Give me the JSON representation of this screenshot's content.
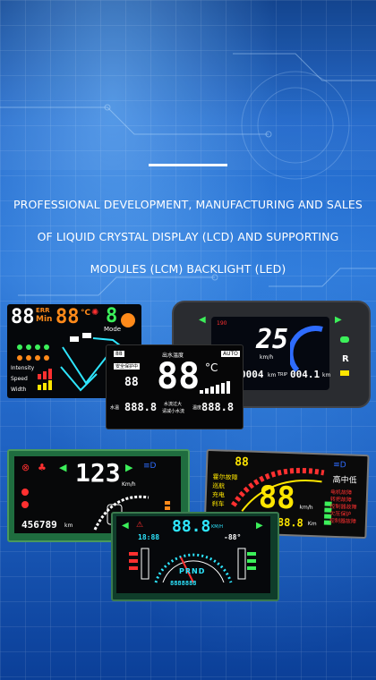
{
  "tagline": {
    "line1": "PROFESSIONAL DEVELOPMENT, MANUFACTURING AND SALES",
    "line2": "OF LIQUID CRYSTAL DISPLAY (LCD) AND SUPPORTING",
    "line3": "MODULES (LCM) BACKLIGHT (LED)"
  },
  "lcd1": {
    "digits": "88",
    "err": "ERR",
    "min": "Min",
    "temp": "88",
    "unit": "°C",
    "mode_digit": "8",
    "mode": "Mode",
    "intensity": "Intensity",
    "speed": "Speed",
    "width": "Width"
  },
  "lcd2": {
    "title": "出水温度",
    "big": "88",
    "unit": "°C",
    "mode_badge": "88",
    "auto": "AUTO",
    "safe": "安全保护中",
    "temp_small": "88",
    "val1": "888.8",
    "val2": "888.8",
    "chinese1": "水流过大",
    "chinese2": "请减小水流",
    "label1": "水温",
    "label2": "温度"
  },
  "lcd3": {
    "speed": "25",
    "speed_unit": "km/h",
    "small": "190",
    "odo": "0004",
    "odo_unit": "km",
    "trip": "TRIP",
    "trip_val": "004.1",
    "trip_unit": "km",
    "r": "R"
  },
  "lcd4": {
    "speed": "123",
    "unit": "Km/h",
    "odo": "456789",
    "odo_unit": "km"
  },
  "lcd5": {
    "top": "88",
    "zh1": "高中低",
    "row1a": "霍尔故障",
    "row1b": "电机故障",
    "row2a": "巡航",
    "row2b": "转把故障",
    "row3a": "充电",
    "row3b": "控制器故障",
    "row4a": "刹车",
    "row4b": "欠压保护",
    "row5": "控制器故障",
    "speed": "88",
    "speed_unit": "km/h",
    "odo": "88.8",
    "odo_unit": "Km"
  },
  "lcd6": {
    "big": "88.8",
    "unit": "KM/H",
    "deg": "-88°",
    "time": "18:88",
    "prnd": "PRND",
    "bottom": "8888888"
  },
  "colors": {
    "bg": "#1f66c9",
    "panel": "#07090c",
    "cyan": "#2ee6ff",
    "orange": "#ff8a1a",
    "yellow": "#ffe600",
    "green": "#3cf05a",
    "red": "#ff3030"
  }
}
